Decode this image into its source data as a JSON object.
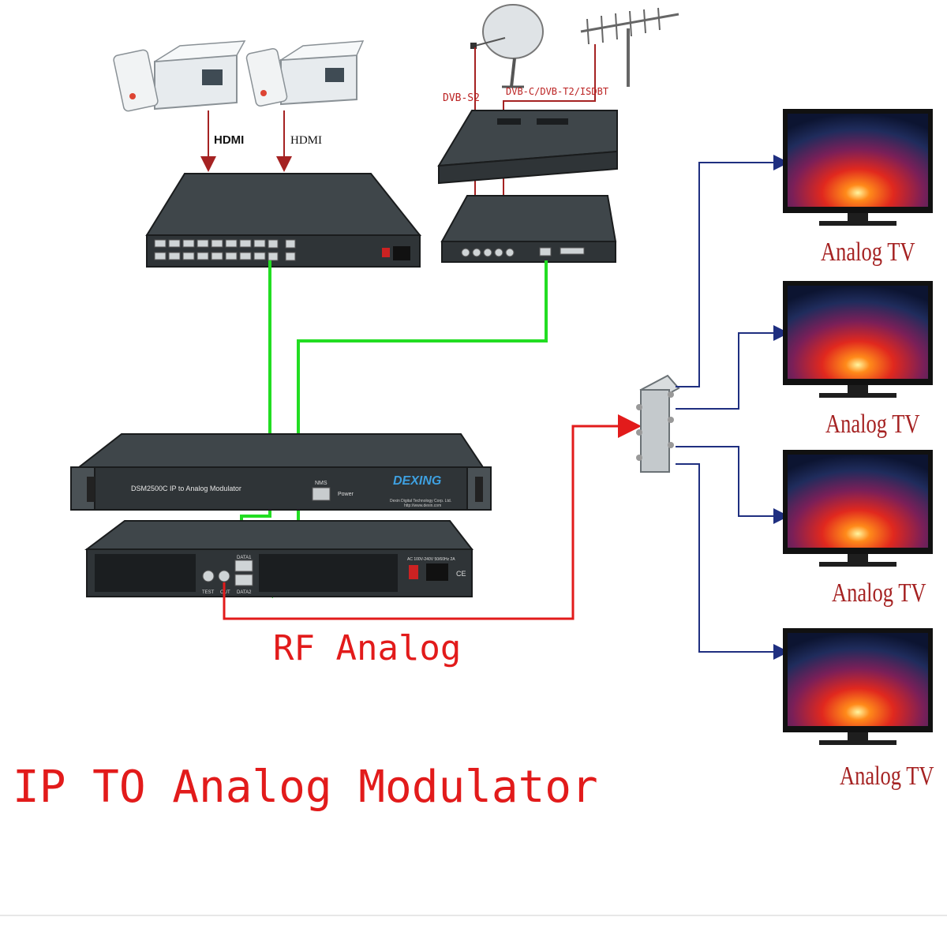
{
  "labels": {
    "hdmi_left": "HDMI",
    "hdmi_right": "HDMI",
    "dvb_s2": "DVB-S2",
    "dvb_c": "DVB-C/DVB-T2/ISDBT",
    "rf_analog": "RF Analog",
    "main_title": "IP TO Analog Modulator"
  },
  "device": {
    "model": "DSM2500C IP to Analog Modulator",
    "nms": "NMS",
    "power": "Power",
    "brand": "DEXING",
    "company": "Dexin Digital Technology Corp. Ltd.",
    "website": "http://www.dexin.com",
    "data1": "DATA1",
    "data2": "DATA2",
    "test": "TEST",
    "out": "OUT",
    "ac": "AC 100V-240V 50/60Hz 2A",
    "ce": "CE"
  },
  "tvs": [
    {
      "label": "Analog TV"
    },
    {
      "label": "Analog TV"
    },
    {
      "label": "Analog TV"
    },
    {
      "label": "Analog TV"
    }
  ],
  "colors": {
    "red": "#e21b1b",
    "green": "#22dd22",
    "blue": "#1f2f80"
  }
}
